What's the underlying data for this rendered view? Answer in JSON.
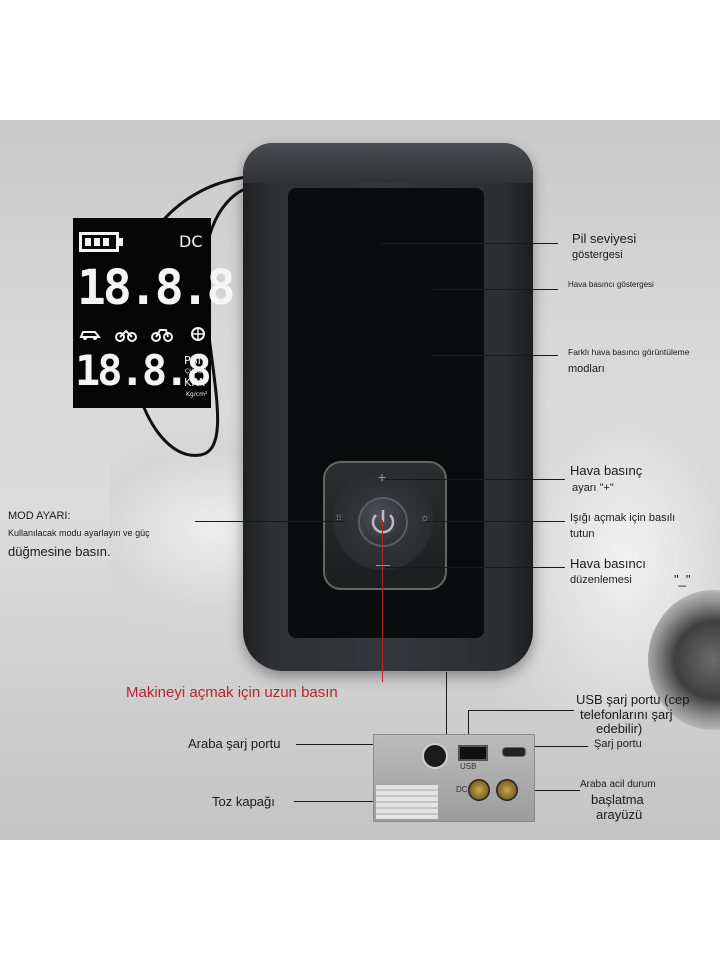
{
  "device_display": {
    "battery_mode": "DC",
    "main_reading": "18.8.8",
    "secondary_reading": "18.8.8",
    "units": [
      "PSI",
      "ÇUBUK",
      "KPA",
      "Kg/cm²"
    ],
    "mode_icons": [
      "car-icon",
      "motorcycle-icon",
      "bicycle-icon",
      "ball-icon"
    ]
  },
  "pad_glyphs": {
    "plus": "+",
    "minus": "—"
  },
  "callouts": {
    "battery_indicator": [
      "Pil seviyesi",
      "göstergesi"
    ],
    "air_pressure_indicator": "Hava basıncı göstergesi",
    "pressure_modes": [
      "Farklı hava basıncı görüntüleme",
      "modları"
    ],
    "pressure_plus": [
      "Hava basınç",
      "ayarı \"+\""
    ],
    "light_hold": [
      "Işığı açmak için basılı",
      "tutun"
    ],
    "pressure_minus": [
      "Hava basıncı",
      "düzenlemesi",
      "\"_\""
    ],
    "mode_setting": [
      "MOD AYARI:",
      "Kullanılacak modu ayarlayın ve güç",
      "düğmesine basın."
    ],
    "long_press": "Makineyi açmak için uzun basın",
    "usb_port": [
      "USB şarj portu (cep",
      "telefonlarını şarj",
      "edebilir)"
    ],
    "car_charging_port": "Araba şarj portu",
    "charging_port": "Şarj portu",
    "dust_cover": "Toz kapağı",
    "jump_start": [
      "Araba acil durum",
      "başlatma",
      "arayüzü"
    ]
  },
  "port_labels": {
    "dc": "DC",
    "usb": "USB"
  },
  "colors": {
    "accent_red": "#b3262d",
    "lcd_text": "#f4f4f4",
    "pad_outline": "#5f6b61"
  }
}
